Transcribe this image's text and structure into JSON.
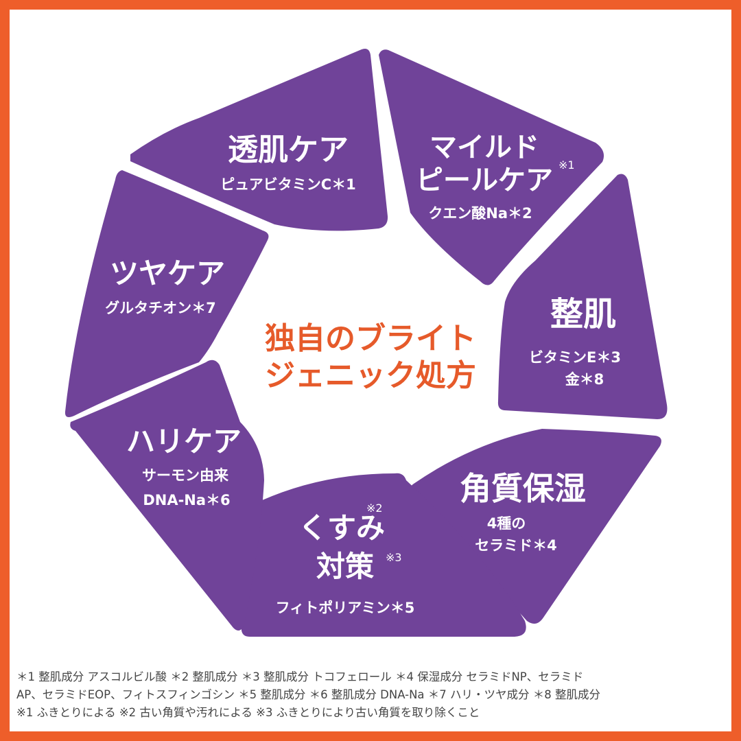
{
  "colors": {
    "border": "#EE5E2A",
    "segment": "#704399",
    "center_text": "#E65A2A",
    "segment_text": "#FFFFFF",
    "footnote_text": "#444444"
  },
  "center": {
    "line1": "独自のブライト",
    "line2": "ジェニック処方"
  },
  "segments": {
    "tokiHada": {
      "title": "透肌ケア",
      "sub": "ピュアビタミンC＊1"
    },
    "mild": {
      "title1": "マイルド",
      "title2": "ピールケア",
      "mark": "※1",
      "sub": "クエン酸Na＊2"
    },
    "seiki": {
      "title": "整肌",
      "sub1": "ビタミンE＊3",
      "sub2": "金＊8"
    },
    "kakushitsu": {
      "title": "角質保湿",
      "sub1": "4種の",
      "sub2": "セラミド＊4"
    },
    "kusumi": {
      "mark1": "※2",
      "title1": "くすみ",
      "title2": "対策",
      "mark2": "※3",
      "sub": "フィトポリアミン＊5"
    },
    "hari": {
      "title": "ハリケア",
      "sub1": "サーモン由来",
      "sub2": "DNA-Na＊6"
    },
    "tsuya": {
      "title": "ツヤケア",
      "sub": "グルタチオン＊7"
    }
  },
  "footnotes": {
    "line1": "＊1 整肌成分 アスコルビル酸 ＊2 整肌成分 ＊3 整肌成分 トコフェロール ＊4 保湿成分 セラミドNP、セラミド",
    "line2": "AP、セラミドEOP、フィトスフィンゴシン ＊5 整肌成分 ＊6 整肌成分 DNA-Na ＊7 ハリ・ツヤ成分 ＊8 整肌成分",
    "line3": "※1 ふきとりによる ※2 古い角質や汚れによる ※3 ふきとりにより古い角質を取り除くこと"
  }
}
